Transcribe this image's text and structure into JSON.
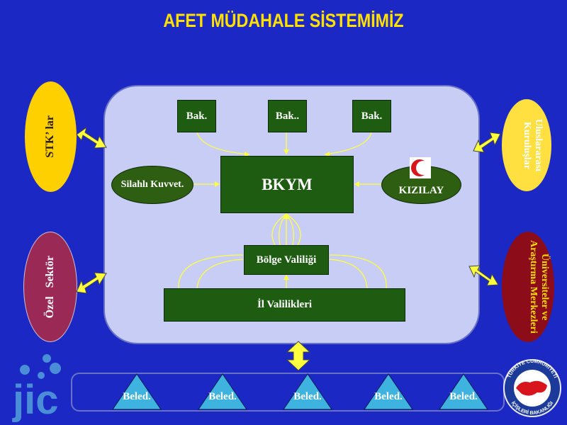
{
  "title": "AFET MÜDAHALE SİSTEMİMİZ",
  "center": {
    "ministries": [
      "Bak.",
      "Bak..",
      "Bak."
    ],
    "core": "BKYM",
    "left_oval": "Silahlı Kuvvet.",
    "right_oval": "KIZILAY",
    "regional": "Bölge Valiliği",
    "provincial": "İl Valilikleri"
  },
  "sides": {
    "top_left": "STK’ lar",
    "bottom_left": "Özel   Sektör",
    "top_right": "Uluslararası Kuruluşlar",
    "bottom_right": "Üniversiteler ve Araştırma Merkezleri"
  },
  "municipalities": [
    "Beled.",
    "Beled.",
    "Beled.",
    "Beled.",
    "Beled."
  ],
  "logos": {
    "left": "jic",
    "seal_top": "TÜRKİYE CUMHURİYETİ",
    "seal_bottom": "İÇİŞLERİ BAKANLIĞI"
  },
  "colors": {
    "background": "#1c28c4",
    "panel": "#c8cdf6",
    "box": "#1e5c12",
    "title": "#ffe000",
    "connector": "#ffff40",
    "stk": "#ffd000",
    "ozel": "#9a2a55",
    "uluslararasi": "#ffe040",
    "universite": "#8c0c1a",
    "triangle": "#3fb3e0"
  }
}
